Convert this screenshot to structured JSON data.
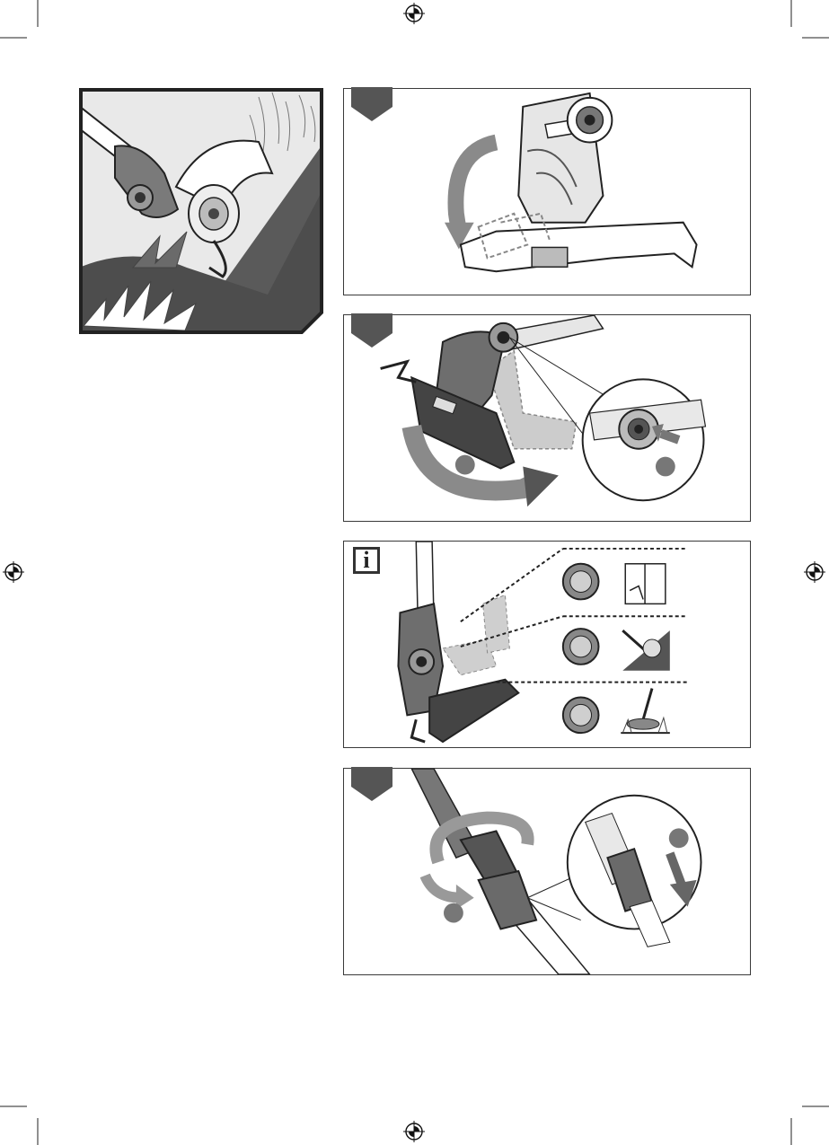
{
  "page": {
    "info_symbol": "i",
    "crop_marks": true,
    "registration_marks": 4
  },
  "figures": [
    {
      "name": "main-illustration",
      "icon": "trimmer-edging-icon"
    },
    {
      "name": "step-guard-fold",
      "icon": "step-badge-icon"
    },
    {
      "name": "step-head-rotate",
      "icon": "step-badge-icon"
    },
    {
      "name": "info-head-positions",
      "icon": "info-icon"
    },
    {
      "name": "step-shaft-adjust",
      "icon": "step-badge-icon"
    }
  ],
  "colors": {
    "ink": "#2b2b2b",
    "grey_dark": "#555555",
    "grey_mid": "#8a8a8a",
    "grey_light": "#c8c8c8"
  }
}
